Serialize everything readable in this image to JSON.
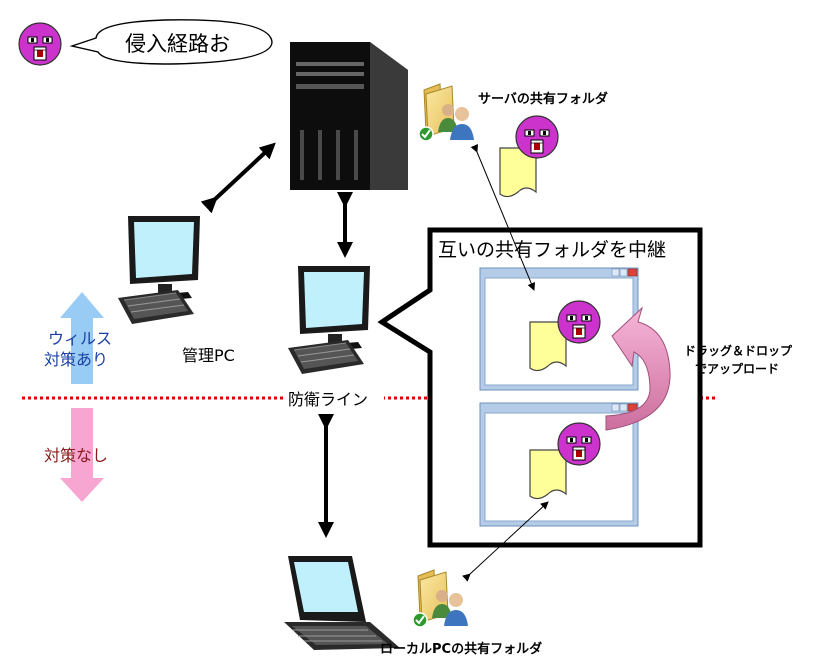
{
  "speech_bubble": {
    "text": "侵入経路お"
  },
  "labels": {
    "server_share": "サーバの共有フォルダ",
    "admin_pc": "管理PC",
    "defense_line": "防衛ライン",
    "local_share": "ローカルPCの共有フォルダ",
    "relay_title": "互いの共有フォルダを中継",
    "drag_drop_line1": "ドラッグ＆ドロップ",
    "drag_drop_line2": "でアップロード",
    "protected_line1": "ウィルス",
    "protected_line2": "対策あり",
    "unprotected": "対策なし"
  },
  "colors": {
    "virus_face": "#cc33cc",
    "document": "#ffff99",
    "defense_line": "#e00000",
    "protected_arrow": "#99ccf5",
    "unprotected_arrow": "#f7a6d2",
    "protected_text": "#1a3fa6",
    "unprotected_text": "#8b1a1a",
    "curved_arrow": "#f08cc0",
    "window_frame": "#b5cce8"
  },
  "icons": {
    "server": "tower-server-icon",
    "monitor": "desktop-monitor-icon",
    "laptop": "laptop-icon",
    "shared_folder": "shared-folder-users-icon",
    "virus": "virus-face-icon",
    "document": "document-icon"
  }
}
